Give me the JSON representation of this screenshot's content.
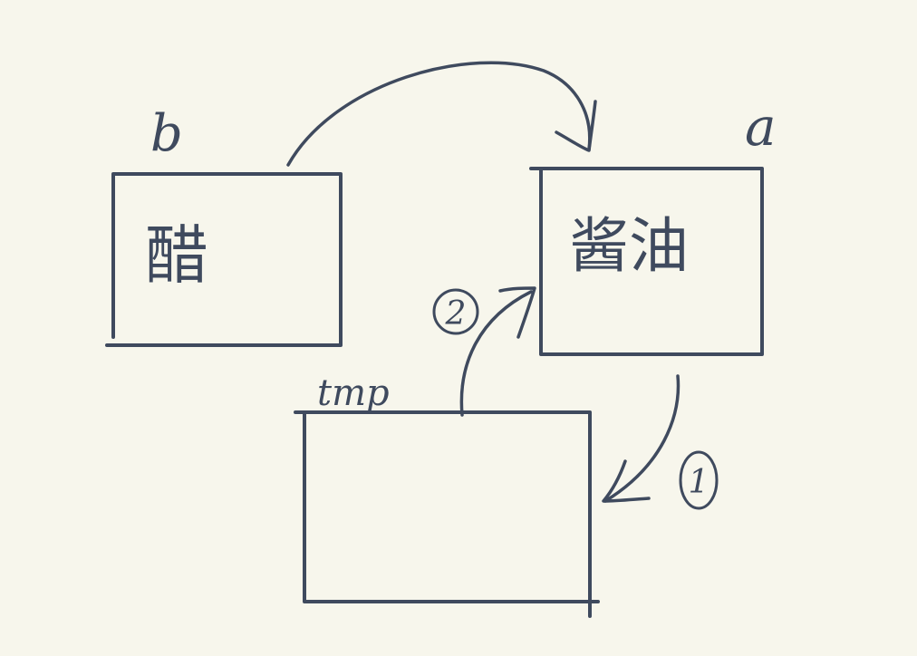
{
  "colors": {
    "background": "#f7f6ec",
    "ink": "#3f4a5e"
  },
  "boxes": {
    "b": {
      "label": "b",
      "content": "醋"
    },
    "a": {
      "label": "a",
      "content": "酱油"
    },
    "tmp": {
      "label": "tmp",
      "content": ""
    }
  },
  "steps": {
    "step1": {
      "marker": "1",
      "from": "a",
      "to": "tmp"
    },
    "step2": {
      "marker": "2",
      "from": "tmp",
      "to": "a"
    },
    "step3": {
      "from": "b",
      "to": "a"
    }
  }
}
